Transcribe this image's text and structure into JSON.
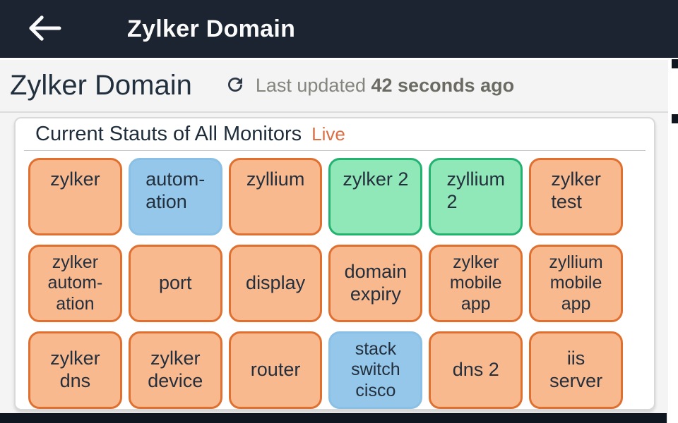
{
  "app_bar": {
    "title": "Zylker Domain",
    "back_icon": "arrow-left-icon"
  },
  "page_header": {
    "title": "Zylker Domain",
    "refresh_icon": "refresh-icon",
    "last_updated_label": "Last updated",
    "last_updated_value": "42 seconds ago"
  },
  "card": {
    "title": "Current Stauts of All Monitors",
    "live_label": "Live",
    "live_color": "#db6e44"
  },
  "status_colors": {
    "orange": {
      "bg": "#f9b98e",
      "border": "#df7030"
    },
    "blue": {
      "bg": "#94c7e9",
      "border": "#8ac0e5"
    },
    "green": {
      "bg": "#90e8b8",
      "border": "#24b271"
    }
  },
  "monitors": [
    {
      "lines": [
        "zylker"
      ],
      "status": "orange"
    },
    {
      "lines": [
        "autom-",
        "ation"
      ],
      "status": "blue"
    },
    {
      "lines": [
        "zyllium"
      ],
      "status": "orange"
    },
    {
      "lines": [
        "zylker 2"
      ],
      "status": "green"
    },
    {
      "lines": [
        "zyllium",
        "2"
      ],
      "status": "green"
    },
    {
      "lines": [
        "zylker",
        "test"
      ],
      "status": "orange"
    },
    {
      "lines": [
        "zylker",
        "autom-",
        "ation"
      ],
      "status": "orange"
    },
    {
      "lines": [
        "port"
      ],
      "status": "orange"
    },
    {
      "lines": [
        "display"
      ],
      "status": "orange"
    },
    {
      "lines": [
        "domain",
        "expiry"
      ],
      "status": "orange"
    },
    {
      "lines": [
        "zylker",
        "mobile",
        "app"
      ],
      "status": "orange"
    },
    {
      "lines": [
        "zyllium",
        "mobile",
        "app"
      ],
      "status": "orange"
    },
    {
      "lines": [
        "zylker",
        "dns"
      ],
      "status": "orange"
    },
    {
      "lines": [
        "zylker",
        "device"
      ],
      "status": "orange"
    },
    {
      "lines": [
        "router"
      ],
      "status": "orange"
    },
    {
      "lines": [
        "stack",
        "switch",
        "cisco"
      ],
      "status": "blue"
    },
    {
      "lines": [
        "dns 2"
      ],
      "status": "orange"
    },
    {
      "lines": [
        "iis",
        "server"
      ],
      "status": "orange"
    }
  ]
}
